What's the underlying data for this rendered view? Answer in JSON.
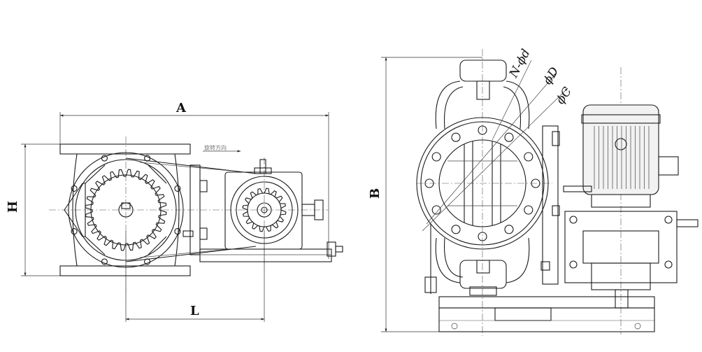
{
  "dimensions": {
    "A": "A",
    "H": "H",
    "L": "L",
    "B": "B",
    "N_phi_d": "N-ϕd",
    "phi_D": "ϕD",
    "phi_C": "ϕC"
  },
  "annotations": {
    "rotation_direction": "旋转方向"
  }
}
